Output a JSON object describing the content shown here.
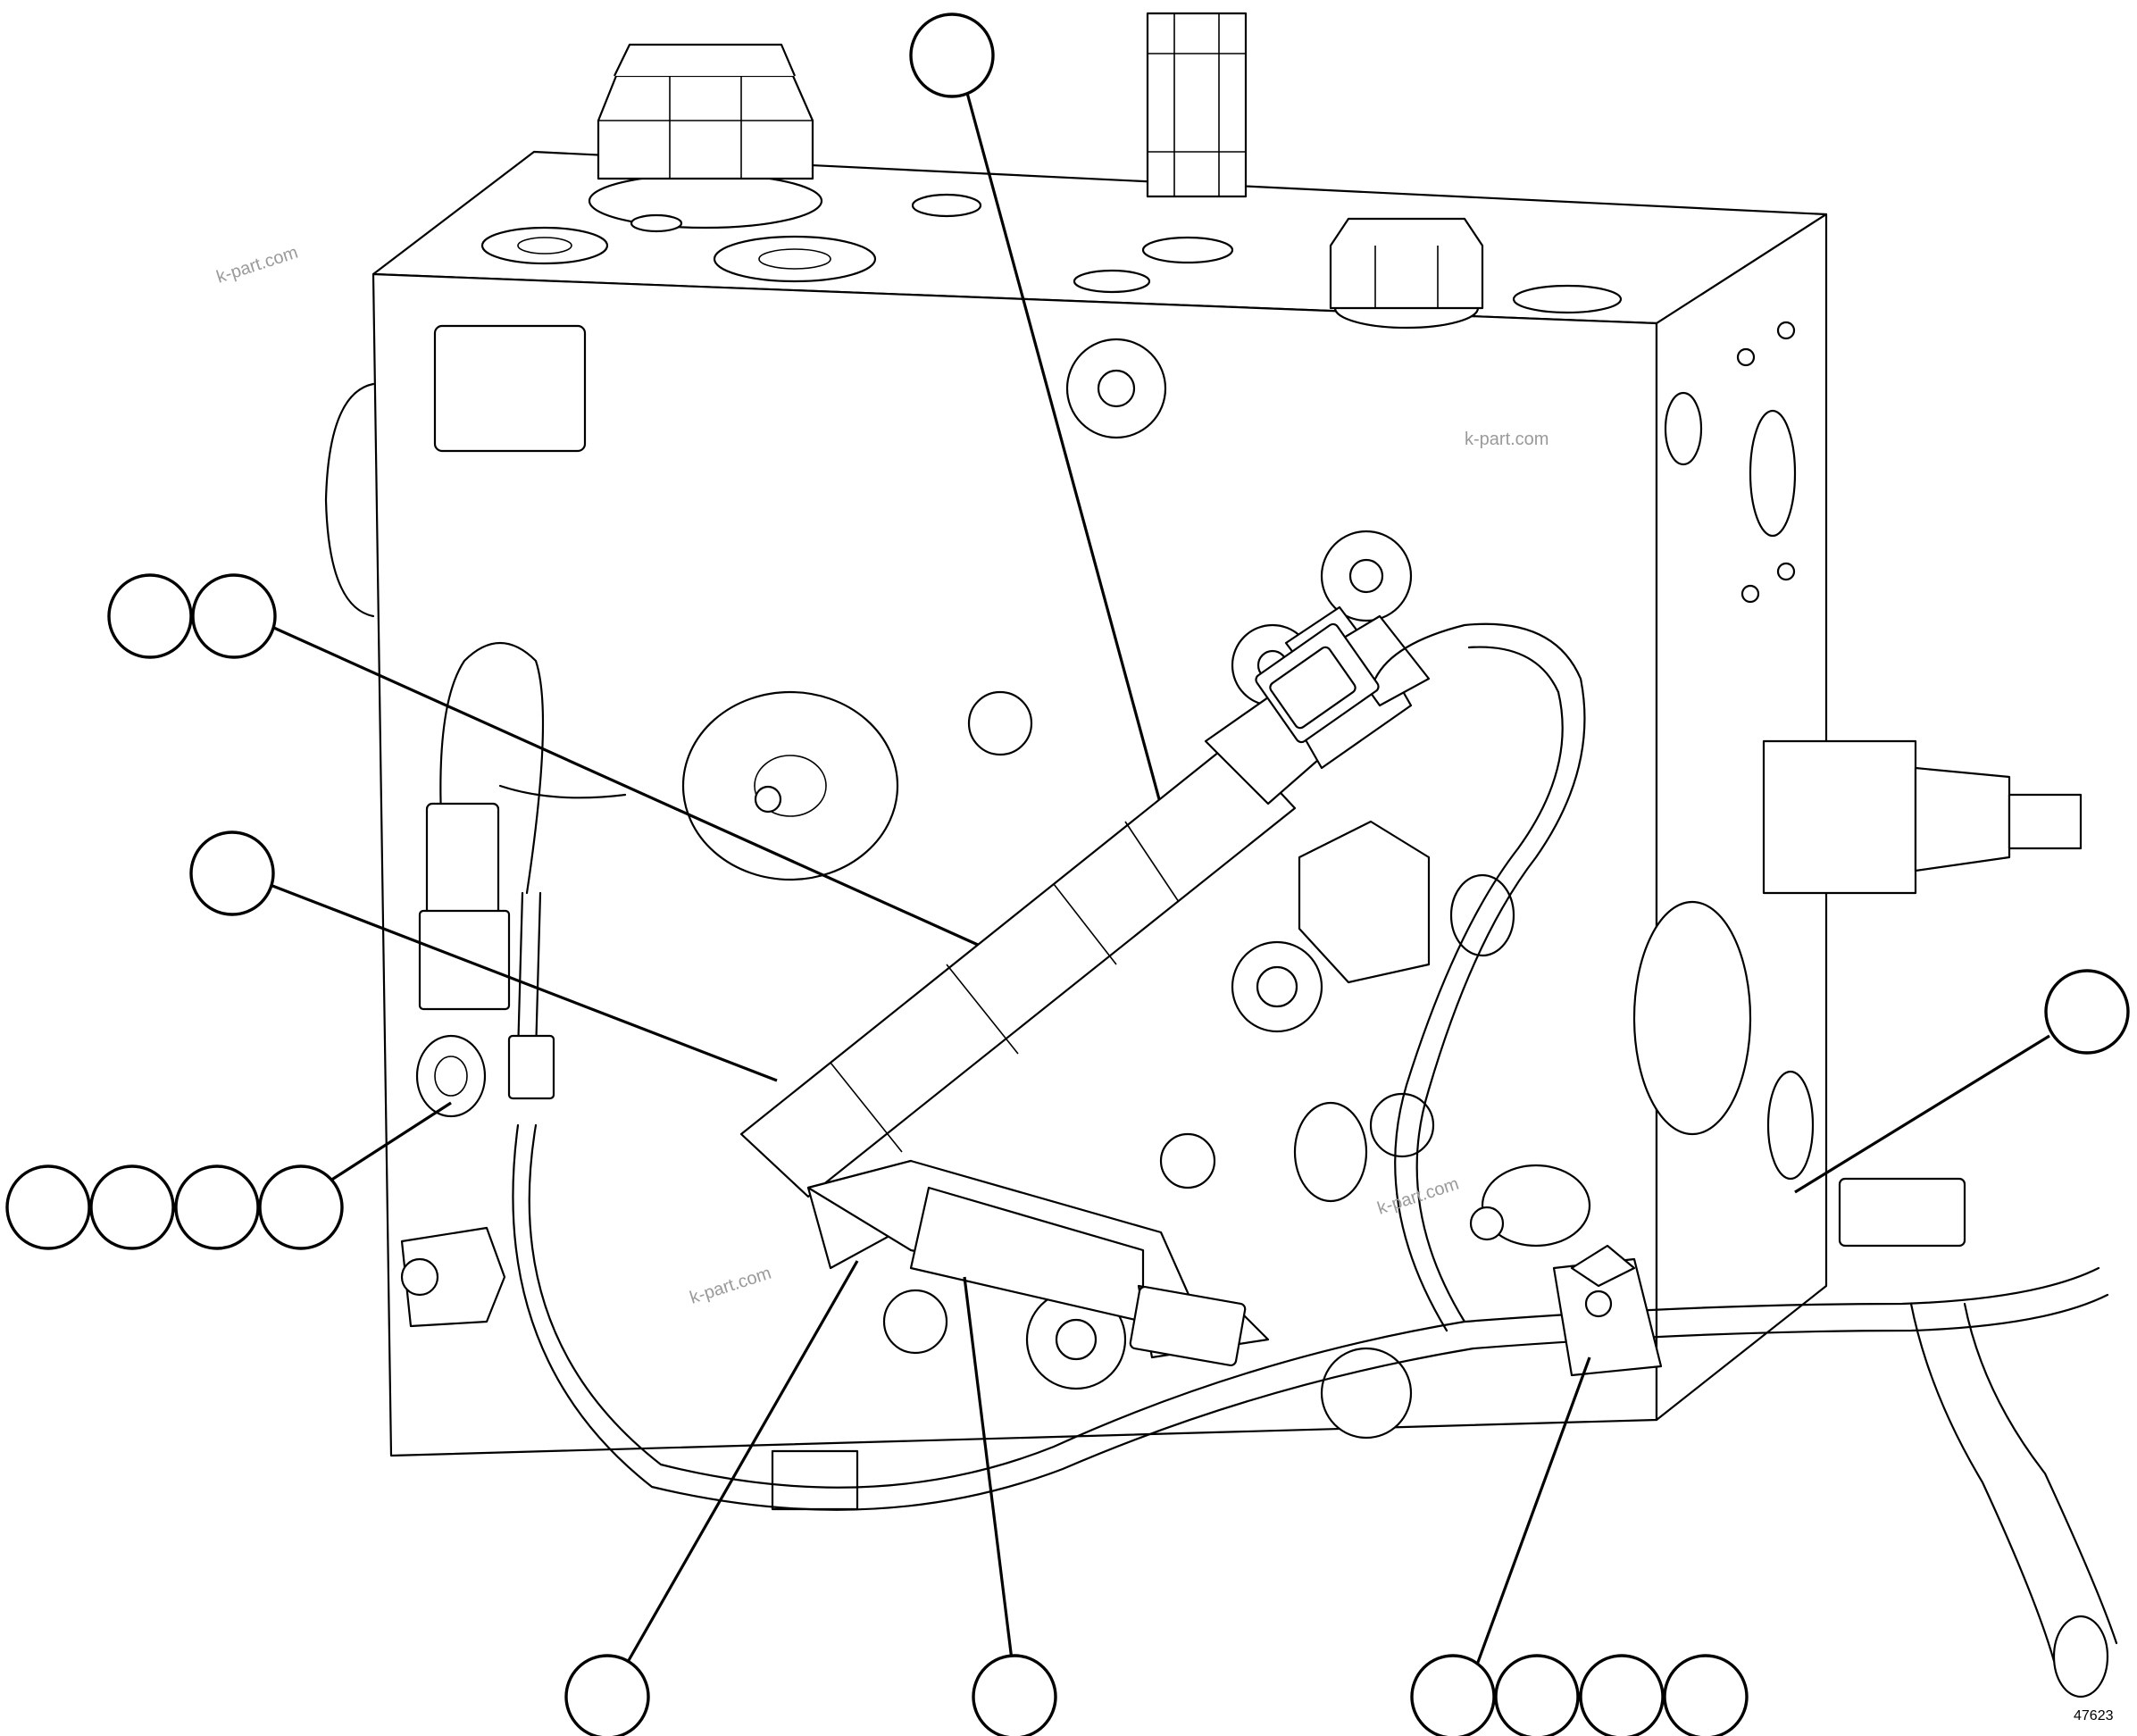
{
  "watermark": "k-part.com",
  "figure_number": "47623",
  "callouts": [
    {
      "id": "top"
    },
    {
      "id": "left-pair-a"
    },
    {
      "id": "left-pair-b"
    },
    {
      "id": "left-mid"
    },
    {
      "id": "left-row-a"
    },
    {
      "id": "left-row-b"
    },
    {
      "id": "left-row-c"
    },
    {
      "id": "left-row-d"
    },
    {
      "id": "right"
    },
    {
      "id": "bottom-a"
    },
    {
      "id": "bottom-b"
    },
    {
      "id": "bottom-row-a"
    },
    {
      "id": "bottom-row-b"
    },
    {
      "id": "bottom-row-c"
    },
    {
      "id": "bottom-row-d"
    }
  ]
}
